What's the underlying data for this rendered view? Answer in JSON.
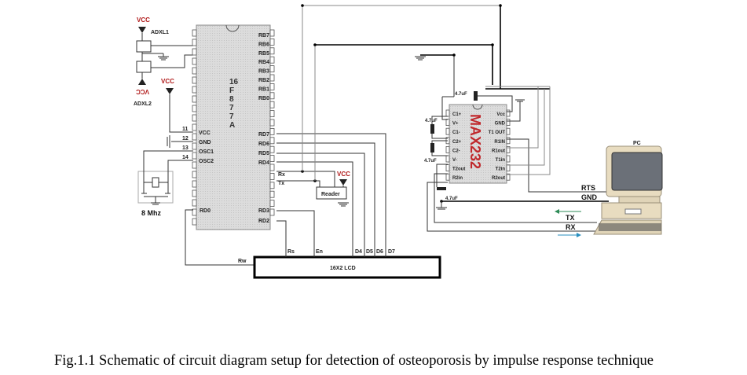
{
  "figure": {
    "caption": "Fig.1.1 Schematic of circuit diagram setup for detection of osteoporosis by impulse response technique"
  },
  "colors": {
    "vcc_label": "#b01818",
    "max232_label": "#c0282c",
    "chip_fill": "#d8d8d8",
    "tx_arrow": "#2e8b57",
    "rx_arrow": "#2a8fbf"
  },
  "sensors": {
    "vcc1": "VCC",
    "adxl1": "ADXL1",
    "vcc2": "VCC",
    "adxl2": "ADXL2"
  },
  "pic": {
    "name_lines": [
      "16",
      "F",
      "8",
      "7",
      "7",
      "A"
    ],
    "right_pins_top": [
      "RB7",
      "RB6",
      "RB5",
      "RB4",
      "RB3",
      "RB2",
      "RB1",
      "RB0"
    ],
    "right_pins_mid": [
      "RD7",
      "RD6",
      "RD5",
      "RD4"
    ],
    "right_pins_serial": [
      "Rx",
      "Tx"
    ],
    "right_pins_bottom": [
      "RD3",
      "RD2"
    ],
    "left_pins": [
      {
        "num": "11",
        "name": "VCC"
      },
      {
        "num": "12",
        "name": "GND"
      },
      {
        "num": "13",
        "name": "OSC1"
      },
      {
        "num": "14",
        "name": "OSC2"
      }
    ],
    "left_bottom_pin": "RD0",
    "vcc": "VCC"
  },
  "crystal": {
    "label": "8 Mhz"
  },
  "reader": {
    "label": "Reader",
    "vcc": "VCC"
  },
  "lcd": {
    "label": "16X2 LCD",
    "pins": [
      "Rs",
      "En",
      "D4",
      "D5",
      "D6",
      "D7"
    ],
    "rw": "Rw"
  },
  "max232": {
    "name": "MAX232",
    "left_pins": [
      "C1+",
      "V+",
      "C1-",
      "C2+",
      "C2-",
      "V-",
      "T2out",
      "R2in"
    ],
    "right_pins": [
      "Vcc",
      "GND",
      "T1 OUT",
      "R1IN",
      "R1out",
      "T1in",
      "T2in",
      "R2out"
    ],
    "caps": [
      "4.7uF",
      "4.7uF",
      "4.7uF",
      "4.7uF"
    ]
  },
  "pc": {
    "label": "PC",
    "signals": [
      "RTS",
      "GND",
      "TX",
      "RX"
    ]
  }
}
